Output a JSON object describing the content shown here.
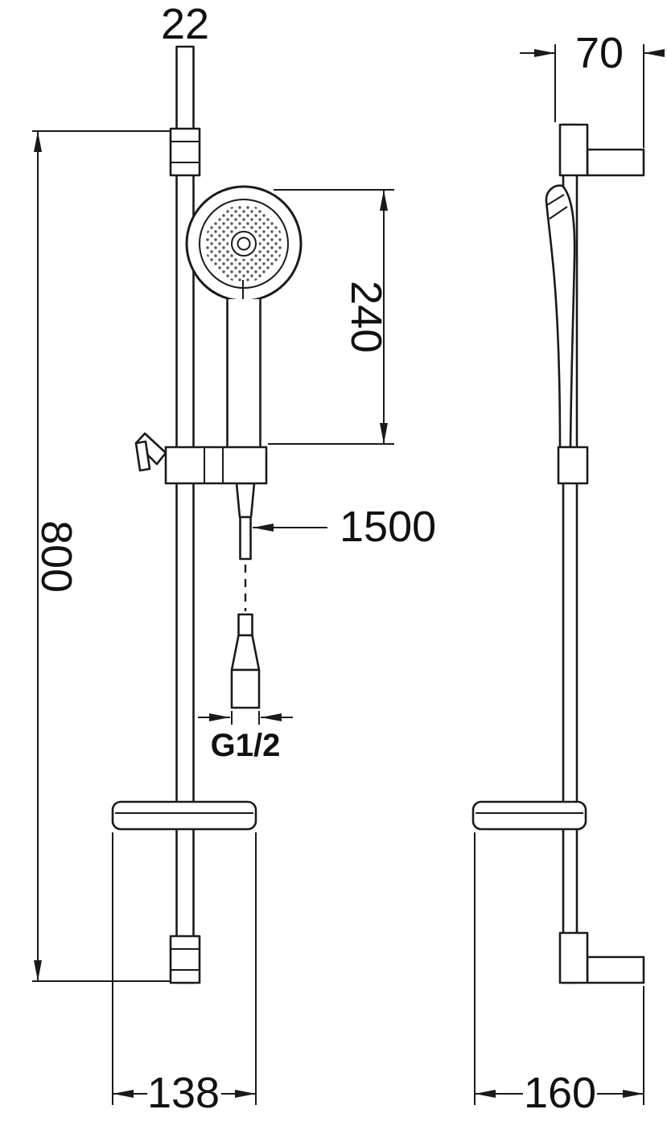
{
  "colors": {
    "line": "#1a1a1a",
    "background": "#ffffff",
    "spray_dots": "#555555"
  },
  "dimensions": {
    "rail_diameter_mm": "22",
    "bracket_depth_mm": "70",
    "handset_length_mm": "240",
    "rail_length_mm": "800",
    "hose_length_mm": "1500",
    "connection_thread": "G1/2",
    "front_width_mm": "138",
    "side_depth_mm": "160"
  }
}
